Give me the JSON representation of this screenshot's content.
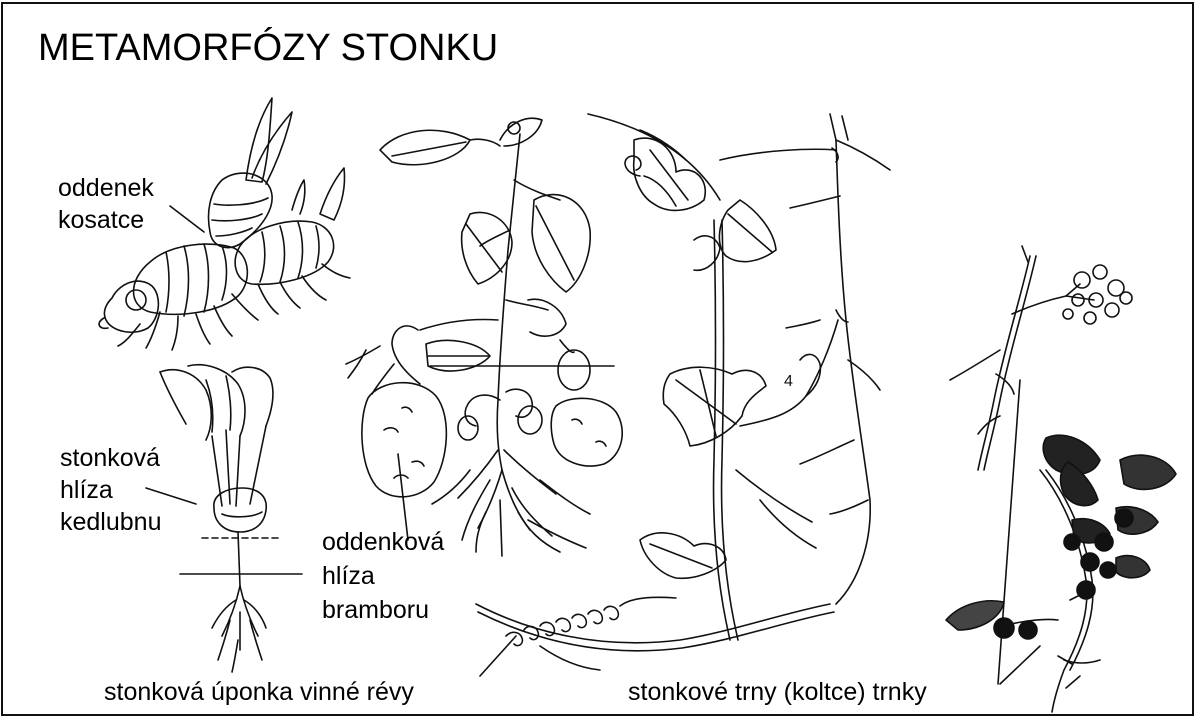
{
  "title": "METAMORFÓZY STONKU",
  "labels": {
    "rhizome_line1": "oddenek",
    "rhizome_line2": "kosatce",
    "tuber_line1": "stonková",
    "tuber_line2": "hlíza",
    "tuber_line3": "kedlubnu",
    "potato_line1": "oddenková",
    "potato_line2": "hlíza",
    "potato_line3": "bramboru",
    "tendril": "stonková úponka vinné révy",
    "thorns": "stonkové trny (koltce) trnky"
  },
  "figure_numeral": "4"
}
